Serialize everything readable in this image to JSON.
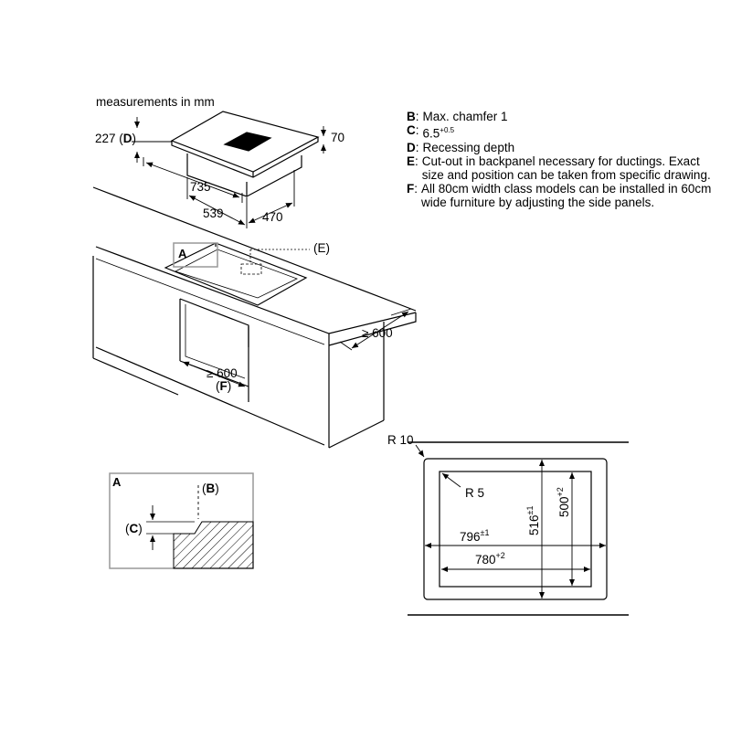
{
  "title": "measurements in mm",
  "hob_dimensions": {
    "depth_label": "227 (",
    "depth_key": "D",
    "depth_close": ")",
    "height": "70",
    "width_outer": "735",
    "width_cutout": "539",
    "depth_cutout": "470"
  },
  "worktop": {
    "label_a": "A",
    "label_e": "(E)",
    "side_clearance": "≥ 600",
    "cabinet_clearance": "≥ 600",
    "cabinet_label": "(F)"
  },
  "detail_a": {
    "title": "A",
    "label_b": "(B)",
    "label_c": "(C)"
  },
  "cutout": {
    "outer_radius": "R 10",
    "inner_radius": "R 5",
    "outer_width": "796",
    "outer_width_tol": "±1",
    "inner_width": "780",
    "inner_width_tol": "+2",
    "outer_depth": "516",
    "outer_depth_tol": "±1",
    "inner_depth": "500",
    "inner_depth_tol": "+2"
  },
  "legend": [
    {
      "key": "B",
      "text": "Max. chamfer 1"
    },
    {
      "key": "C",
      "text": "6.5",
      "sup": "+0.5"
    },
    {
      "key": "D",
      "text": "Recessing depth"
    },
    {
      "key": "E",
      "text": "Cut-out in backpanel necessary for ductings. Exact size and position can be taken from specific drawing."
    },
    {
      "key": "F",
      "text": "All 80cm width class models can be installed in 60cm wide furniture by adjusting the side panels."
    }
  ]
}
